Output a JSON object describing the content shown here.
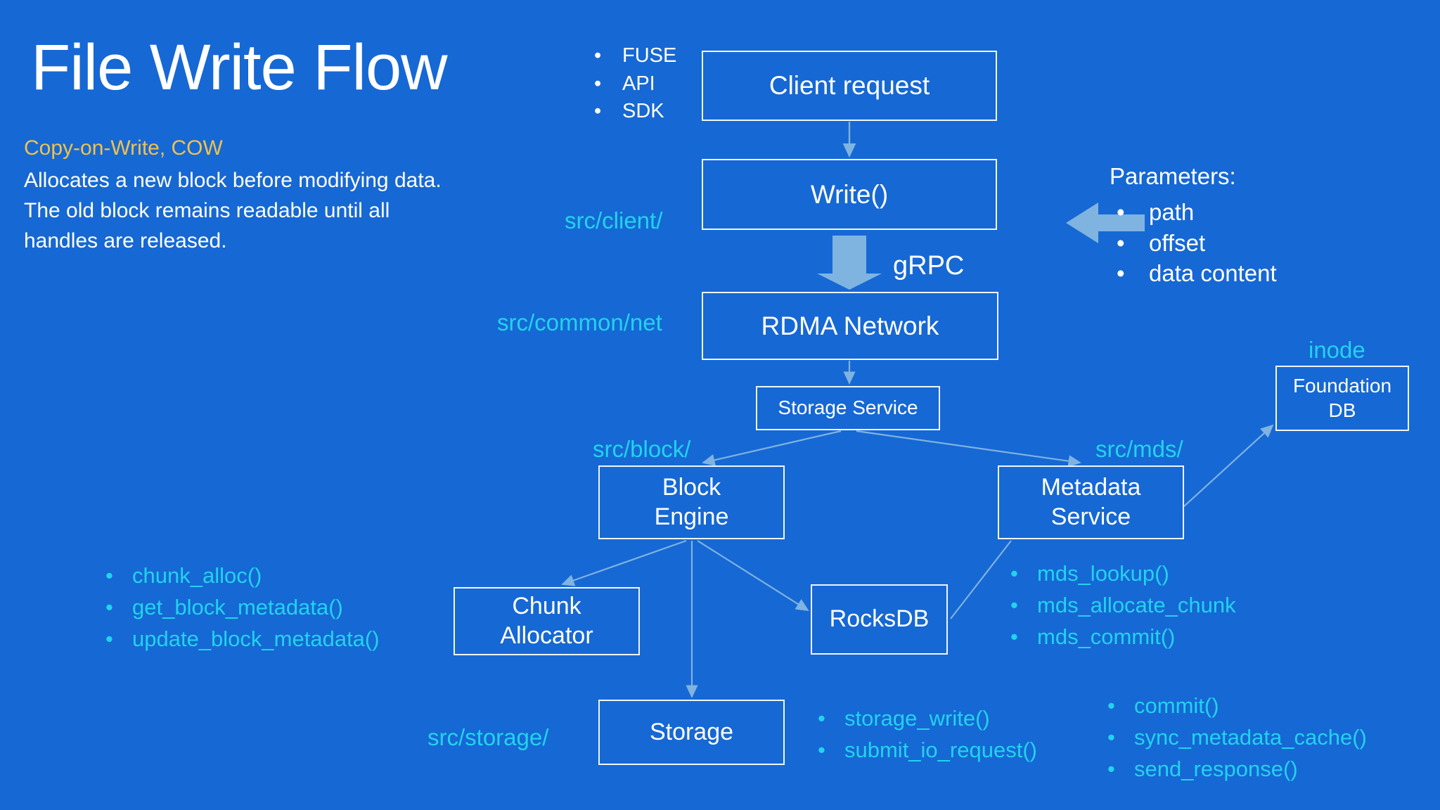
{
  "slide": {
    "background_color": "#1668d4",
    "title": "File Write Flow",
    "subtitle_heading": "Copy-on-Write, COW",
    "subtitle_heading_color": "#f0c24b",
    "subtitle_body": "Allocates a new block before modifying data.\nThe old block remains readable until all\nhandles are released.",
    "accent_color": "#22d3ee",
    "text_color": "#ffffff",
    "arrow_color": "#7fb3e0"
  },
  "entry_points": {
    "items": [
      "FUSE",
      "API",
      "SDK"
    ],
    "bullet": "•"
  },
  "parameters": {
    "title": "Parameters:",
    "items": [
      "path",
      "offset",
      "data content"
    ],
    "bullet": "•"
  },
  "transport": {
    "label": "gRPC"
  },
  "nodes": {
    "client_request": "Client request",
    "write": "Write()",
    "rdma_network": "RDMA Network",
    "storage_service": "Storage Service",
    "block_engine": "Block\nEngine",
    "metadata_service": "Metadata\nService",
    "chunk_allocator": "Chunk\nAllocator",
    "rocksdb": "RocksDB",
    "storage": "Storage",
    "foundation_db": "Foundation\nDB"
  },
  "path_labels": {
    "client": "src/client/",
    "common_net": "src/common/net",
    "block": "src/block/",
    "mds": "src/mds/",
    "storage": "src/storage/",
    "inode": "inode"
  },
  "block_functions": {
    "items": [
      "chunk_alloc()",
      "get_block_metadata()",
      "update_block_metadata()"
    ],
    "bullet": "•"
  },
  "mds_functions": {
    "items": [
      "mds_lookup()",
      "mds_allocate_chunk",
      "mds_commit()"
    ],
    "bullet": "•"
  },
  "storage_functions": {
    "items": [
      "storage_write()",
      "submit_io_request()"
    ],
    "bullet": "•"
  },
  "commit_functions": {
    "items": [
      "commit()",
      "sync_metadata_cache()",
      "send_response()"
    ],
    "bullet": "•"
  }
}
